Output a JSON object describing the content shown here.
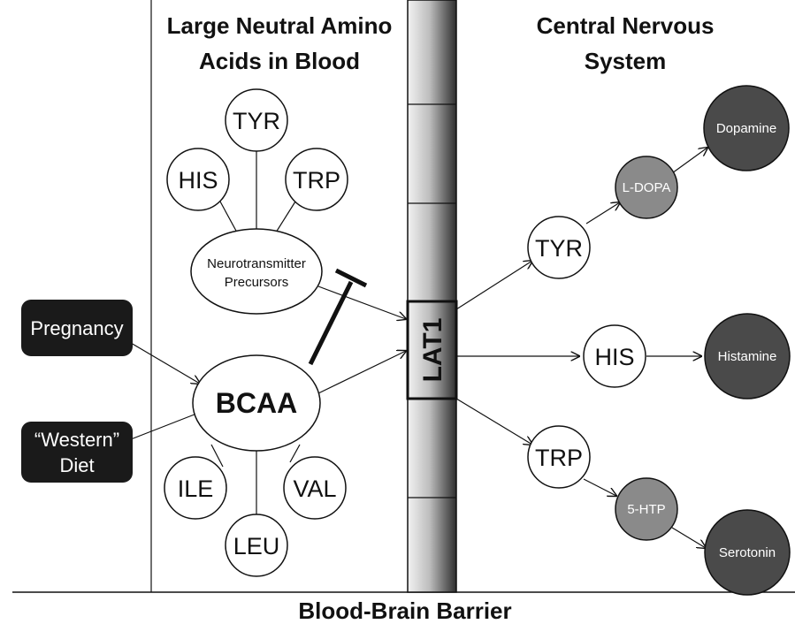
{
  "headers": {
    "blood_line1": "Large Neutral Amino",
    "blood_line2": "Acids in Blood",
    "cns_line1": "Central Nervous",
    "cns_line2": "System",
    "barrier": "Blood-Brain Barrier"
  },
  "transporter": "LAT1",
  "inputs": {
    "pregnancy": "Pregnancy",
    "western_line1": "“Western”",
    "western_line2": "Diet"
  },
  "blood_nodes": {
    "tyr": "TYR",
    "his": "HIS",
    "trp": "TRP",
    "precursors_line1": "Neurotransmitter",
    "precursors_line2": "Precursors",
    "bcaa": "BCAA",
    "ile": "ILE",
    "leu": "LEU",
    "val": "VAL"
  },
  "cns_nodes": {
    "tyr": "TYR",
    "his": "HIS",
    "trp": "TRP",
    "ldopa": "L-DOPA",
    "htp": "5-HTP",
    "dopamine": "Dopamine",
    "histamine": "Histamine",
    "serotonin": "Serotonin"
  },
  "colors": {
    "dark_node": "#4a4a4a",
    "mid_node": "#8a8a8a",
    "input_box": "#1a1a1a"
  }
}
